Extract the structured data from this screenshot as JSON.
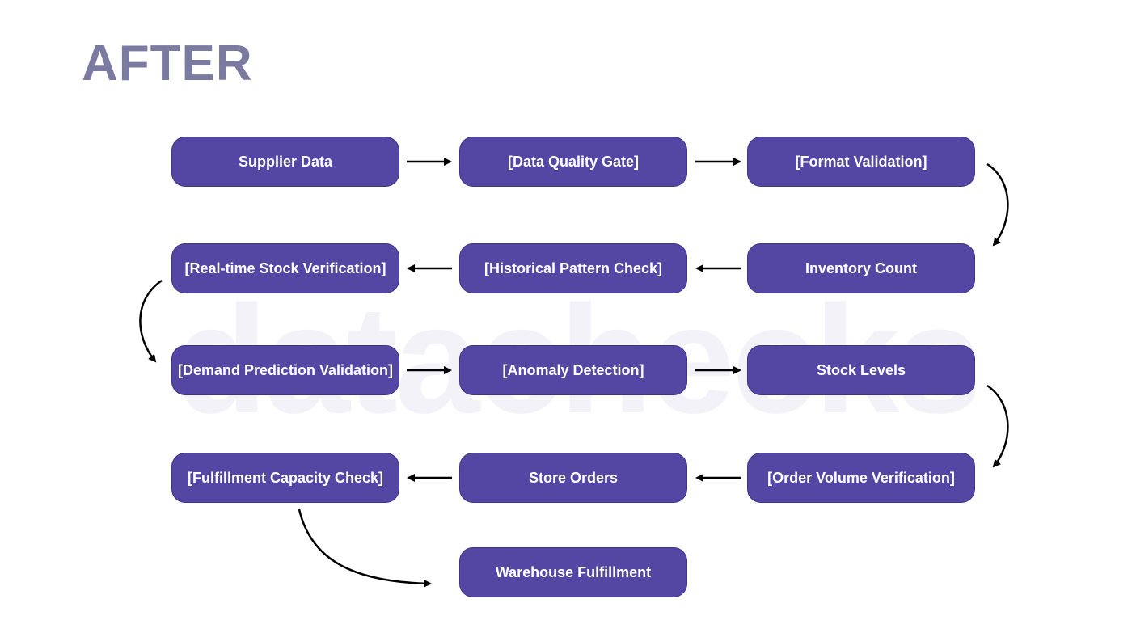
{
  "heading": "AFTER",
  "watermark": "datachecks",
  "nodes": {
    "supplier_data": "Supplier Data",
    "data_quality_gate": "[Data Quality Gate]",
    "format_validation": "[Format Validation]",
    "inventory_count": "Inventory Count",
    "historical_pattern_check": "[Historical Pattern Check]",
    "realtime_stock_verification": "[Real-time Stock Verification]",
    "demand_prediction_validation": "[Demand Prediction Validation]",
    "anomaly_detection": "[Anomaly Detection]",
    "stock_levels": "Stock Levels",
    "order_volume_verification": "[Order Volume Verification]",
    "store_orders": "Store Orders",
    "fulfillment_capacity_check": "[Fulfillment Capacity Check]",
    "warehouse_fulfillment": "Warehouse Fulfillment"
  },
  "colors": {
    "node_fill": "#5447a4",
    "node_text": "#ffffff",
    "heading": "#7b7aa0",
    "arrow": "#000000"
  }
}
